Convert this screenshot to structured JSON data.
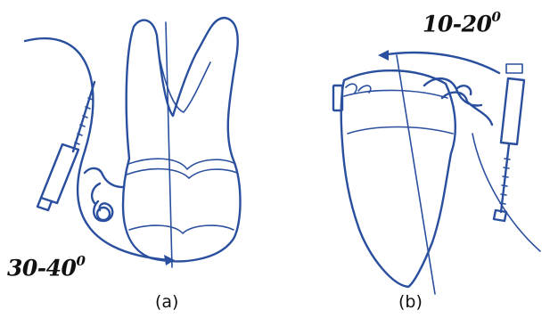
{
  "panels": [
    {
      "label": "(a)",
      "angle": "30-40",
      "angle_unit": "0"
    },
    {
      "label": "(b)",
      "angle": "10-20",
      "angle_unit": "0"
    }
  ],
  "colors": {
    "ink": "#2a4f9e",
    "text": "#111111",
    "background": "#ffffff"
  }
}
